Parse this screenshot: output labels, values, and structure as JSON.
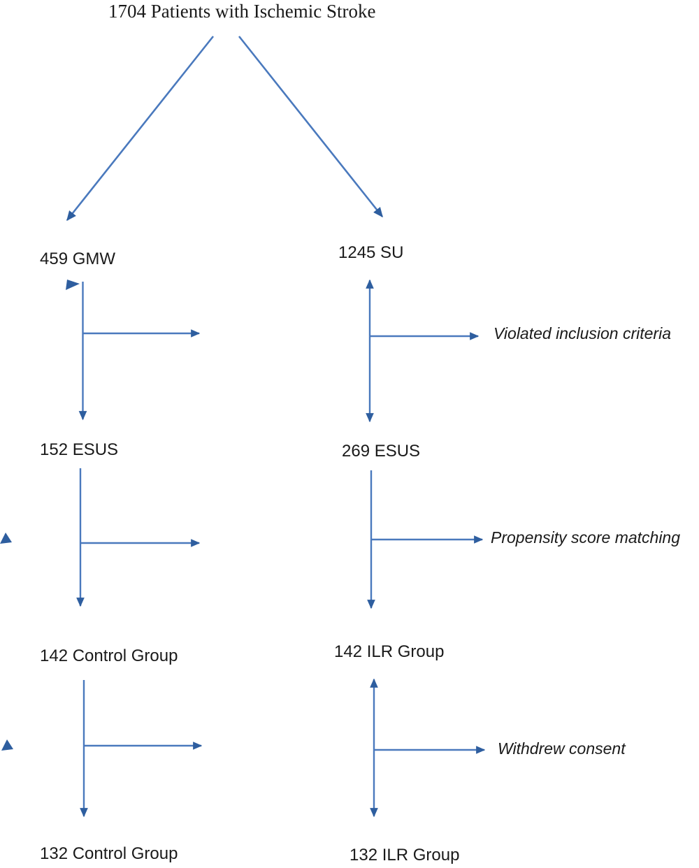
{
  "diagram": {
    "type": "patient-flowchart",
    "title": "1704 Patients with Ischemic Stroke",
    "nodes": {
      "root": "1704 Patients with Ischemic Stroke",
      "gmw": "459 GMW",
      "su": "1245 SU",
      "esus_left": "152 ESUS",
      "esus_right": "269 ESUS",
      "control_mid": "142 Control Group",
      "ilr_mid": "142 ILR Group",
      "control_final": "132 Control Group",
      "ilr_final": "132 ILR Group"
    },
    "annotations": {
      "violated_inclusion": "Violated inclusion criteria",
      "propensity_matching": "Propensity score matching",
      "withdrew_consent": "Withdrew consent"
    },
    "flow": [
      {
        "from": "1704 Patients with Ischemic Stroke",
        "to": "459 GMW"
      },
      {
        "from": "1704 Patients with Ischemic Stroke",
        "to": "1245 SU"
      },
      {
        "from": "459 GMW",
        "to": "152 ESUS",
        "branch": ""
      },
      {
        "from": "1245 SU",
        "to": "269 ESUS",
        "branch": "Violated inclusion criteria"
      },
      {
        "from": "152 ESUS",
        "to": "142 Control Group",
        "branch": ""
      },
      {
        "from": "269 ESUS",
        "to": "142 ILR Group",
        "branch": "Propensity score matching"
      },
      {
        "from": "142 Control Group",
        "to": "132 Control Group",
        "branch": ""
      },
      {
        "from": "142 ILR Group",
        "to": "132 ILR Group",
        "branch": "Withdrew consent"
      }
    ],
    "colors": {
      "arrow_line": "#4a79bd",
      "arrow_head": "#2e5e9f",
      "text": "#1a1a1a",
      "background": "#ffffff"
    }
  }
}
